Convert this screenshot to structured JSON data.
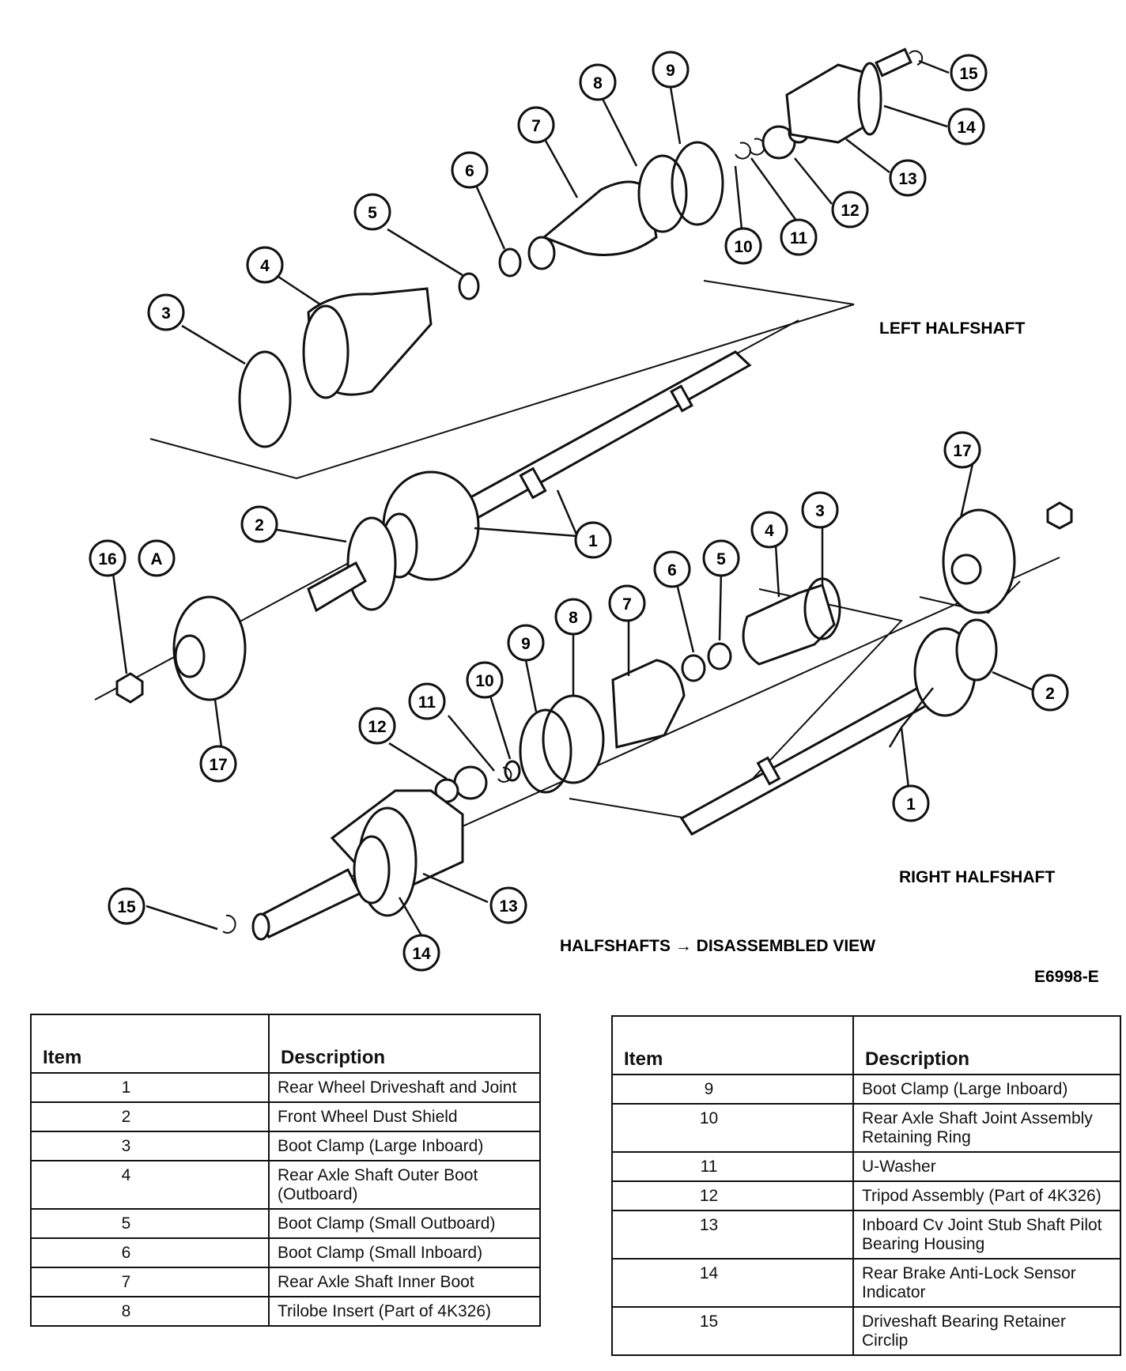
{
  "diagram": {
    "left_title": "LEFT HALFSHAFT",
    "right_title": "RIGHT HALFSHAFT",
    "figure_title": "HALFSHAFTS → DISASSEMBLED VIEW",
    "figure_code": "E6998-E",
    "view_letter": "A",
    "left_callouts": [
      "1",
      "2",
      "3",
      "4",
      "5",
      "6",
      "7",
      "8",
      "9",
      "10",
      "11",
      "12",
      "13",
      "14",
      "15",
      "16",
      "17"
    ],
    "right_callouts": [
      "1",
      "2",
      "3",
      "4",
      "5",
      "6",
      "7",
      "8",
      "9",
      "10",
      "11",
      "12",
      "13",
      "14",
      "15",
      "17"
    ]
  },
  "table_left": {
    "headers": [
      "Item",
      "Description"
    ],
    "rows": [
      {
        "item": "1",
        "description": "Rear Wheel Driveshaft and Joint"
      },
      {
        "item": "2",
        "description": "Front Wheel Dust Shield"
      },
      {
        "item": "3",
        "description": "Boot Clamp (Large Inboard)"
      },
      {
        "item": "4",
        "description": "Rear Axle Shaft Outer Boot (Outboard)"
      },
      {
        "item": "5",
        "description": "Boot Clamp (Small Outboard)"
      },
      {
        "item": "6",
        "description": "Boot Clamp (Small Inboard)"
      },
      {
        "item": "7",
        "description": "Rear Axle Shaft Inner Boot"
      },
      {
        "item": "8",
        "description": "Trilobe Insert (Part of 4K326)"
      }
    ]
  },
  "table_right": {
    "headers": [
      "Item",
      "Description"
    ],
    "rows": [
      {
        "item": "9",
        "description": "Boot Clamp (Large Inboard)"
      },
      {
        "item": "10",
        "description": "Rear Axle Shaft Joint Assembly Retaining Ring"
      },
      {
        "item": "11",
        "description": "U-Washer"
      },
      {
        "item": "12",
        "description": "Tripod Assembly (Part of 4K326)"
      },
      {
        "item": "13",
        "description": "Inboard Cv Joint Stub Shaft Pilot Bearing Housing"
      },
      {
        "item": "14",
        "description": "Rear Brake Anti-Lock Sensor Indicator"
      },
      {
        "item": "15",
        "description": "Driveshaft Bearing Retainer Circlip"
      }
    ]
  }
}
